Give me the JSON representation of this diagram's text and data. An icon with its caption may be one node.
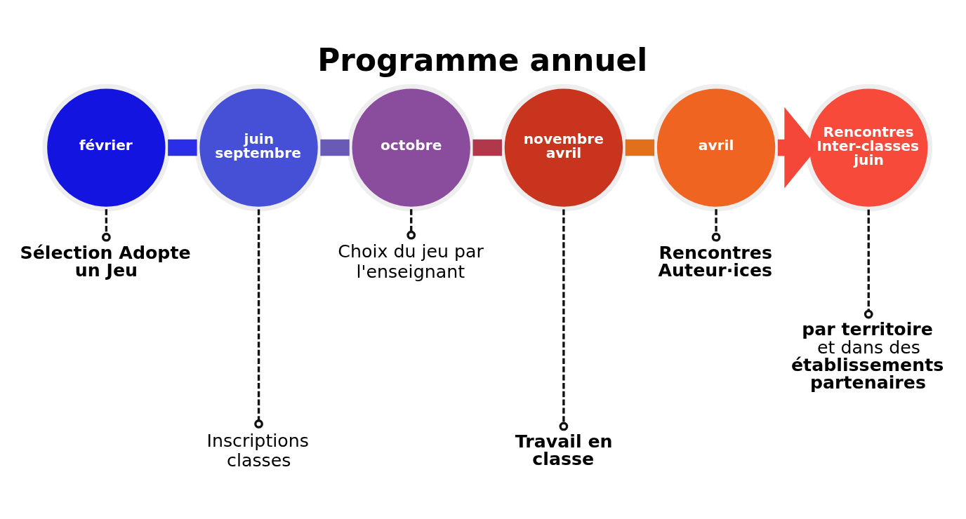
{
  "diagram": {
    "title": "Programme annuel",
    "nodes": [
      {
        "text": [
          "février"
        ]
      },
      {
        "text": [
          "Sélection Adopte un Jeu"
        ]
      },
      {
        "text": [
          "juin septembre"
        ]
      },
      {
        "text": [
          "Inscriptions classes"
        ]
      },
      {
        "text": [
          "octobre"
        ]
      },
      {
        "text": [
          "Choix du jeu par l'enseignant"
        ]
      },
      {
        "text": [
          "novembre avril"
        ]
      },
      {
        "text": [
          "Travail en classe"
        ]
      },
      {
        "text": [
          "avril"
        ]
      },
      {
        "text": [
          "Rencontres Auteur·ices"
        ]
      },
      {
        "text": [
          "Rencontres Inter-classes",
          "juin"
        ]
      },
      {
        "text": [
          "**par territoire** et dans des **établissements partenaires**"
        ]
      }
    ],
    "edges": [
      {
        "from": 0,
        "to": 2,
        "arrow": "none",
        "style": "thick",
        "color": "#2a2ee8"
      },
      {
        "from": 2,
        "to": 4,
        "arrow": "none",
        "style": "thick",
        "color": "#6a5ab8"
      },
      {
        "from": 4,
        "to": 6,
        "arrow": "none",
        "style": "thick",
        "color": "#b0384a"
      },
      {
        "from": 6,
        "to": 8,
        "arrow": "none",
        "style": "thick",
        "color": "#e0701c"
      },
      {
        "from": 8,
        "to": 10,
        "arrow": "to",
        "style": "thick",
        "color": "#f4473a"
      },
      {
        "from": 0,
        "to": 1,
        "arrow": "other",
        "style": "dashed",
        "color": "#111111"
      },
      {
        "from": 2,
        "to": 3,
        "arrow": "other",
        "style": "dashed",
        "color": "#111111"
      },
      {
        "from": 4,
        "to": 5,
        "arrow": "other",
        "style": "dashed",
        "color": "#111111"
      },
      {
        "from": 6,
        "to": 7,
        "arrow": "other",
        "style": "dashed",
        "color": "#111111"
      },
      {
        "from": 8,
        "to": 9,
        "arrow": "other",
        "style": "dashed",
        "color": "#111111"
      },
      {
        "from": 10,
        "to": 11,
        "arrow": "other",
        "style": "dashed",
        "color": "#111111"
      }
    ]
  }
}
